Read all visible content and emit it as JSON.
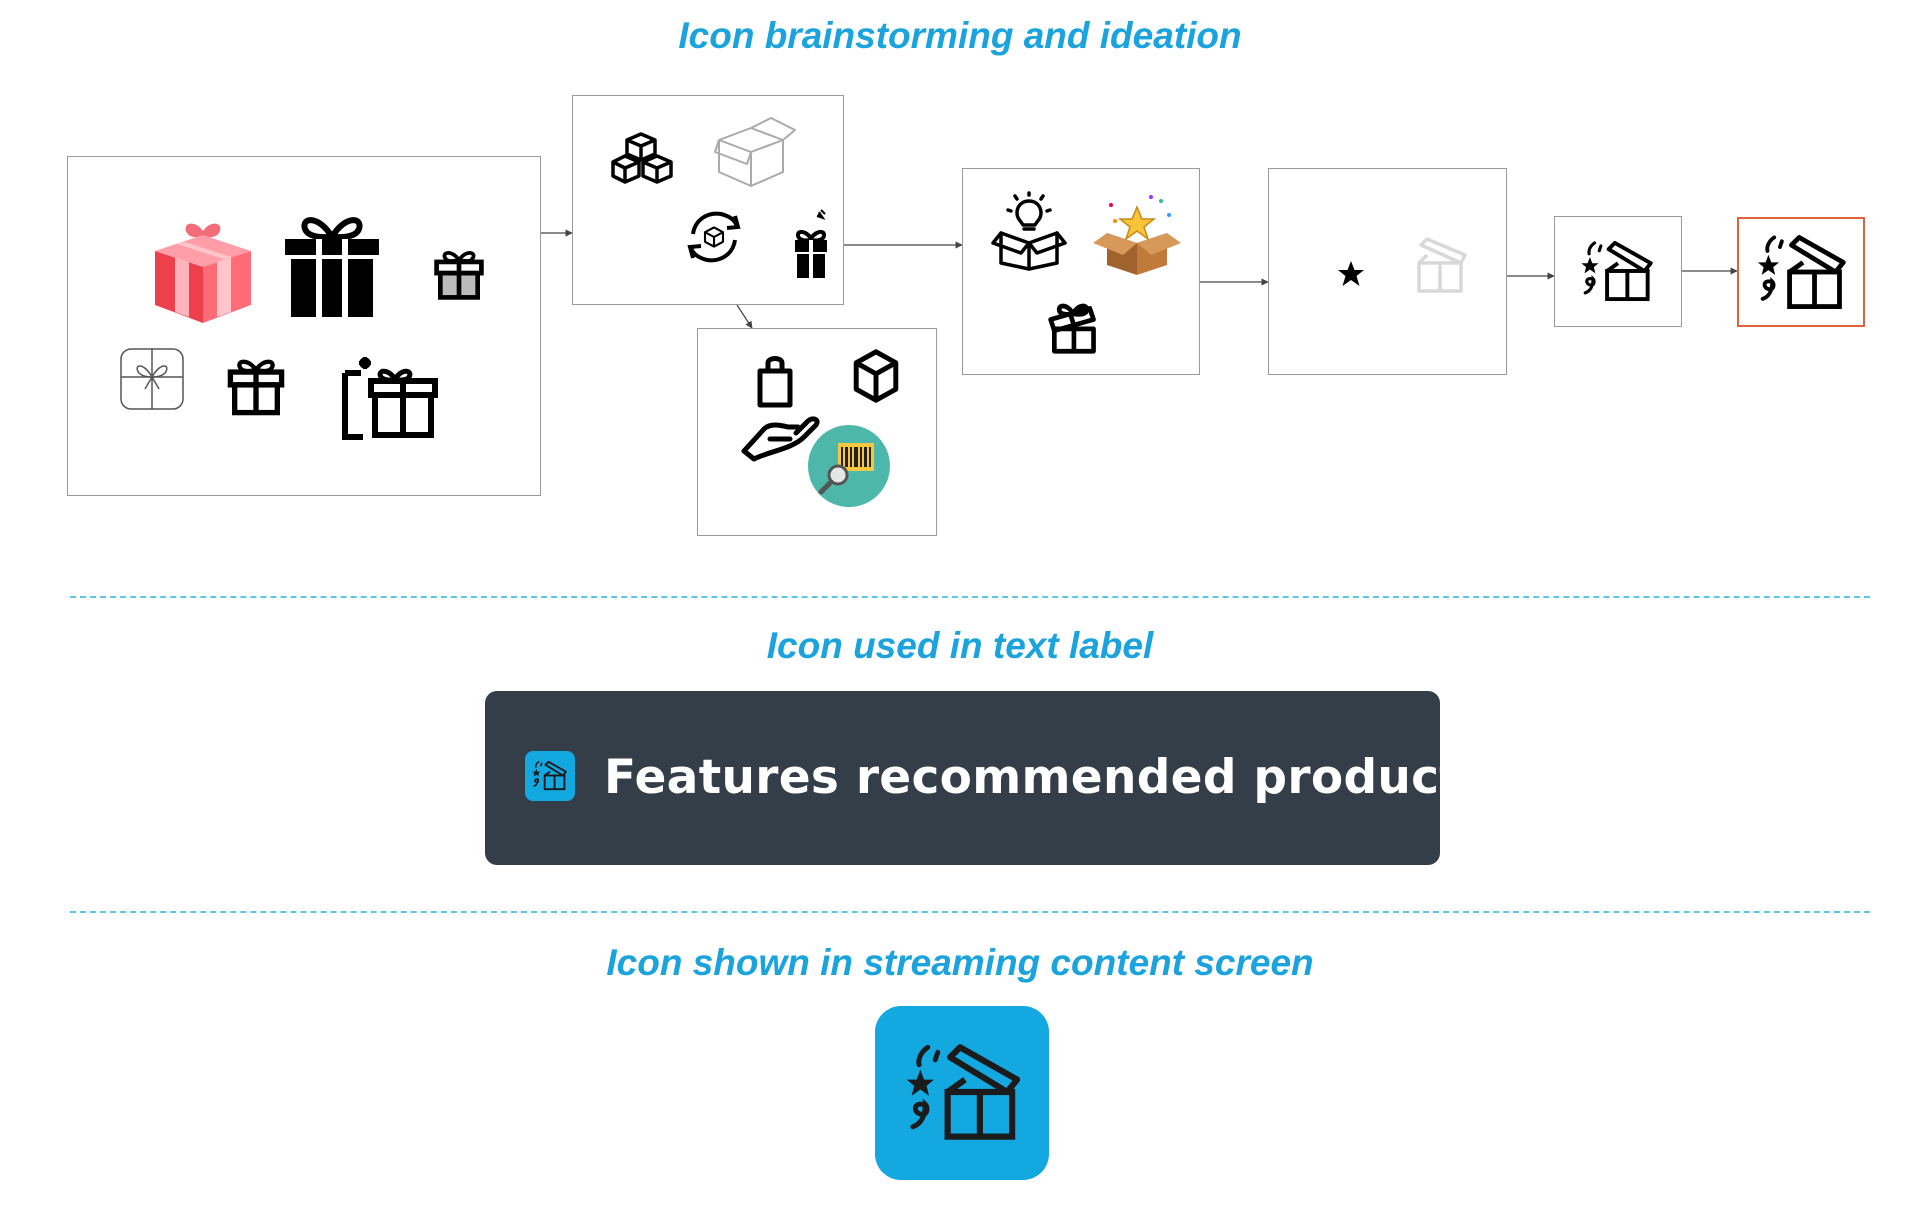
{
  "sections": {
    "brainstorm_title": "Icon brainstorming and ideation",
    "text_label_title": "Icon used in text label",
    "streaming_title": "Icon shown in streaming content screen"
  },
  "text_label": {
    "text": "Features recommended products"
  },
  "colors": {
    "title_blue": "#1aa3dc",
    "divider": "#5cc6e6",
    "label_bg": "#333e48",
    "label_text": "#ffffff",
    "accent_blue": "#14a8e0",
    "final_border": "#e0623a",
    "frame_border": "#9a9a9a"
  },
  "icons": {
    "frame_1": [
      "red-gift-box-icon",
      "black-gift-box-icon",
      "small-gift-icon",
      "outline-gift-card-icon",
      "gift-icon",
      "gift-with-fireworks-icon"
    ],
    "frame_2": [
      "stacked-boxes-icon",
      "open-box-icon",
      "rotating-cube-icon",
      "gift-tag-icon"
    ],
    "frame_3": [
      "hand-holding-bag-icon",
      "cube-icon",
      "barcode-search-icon"
    ],
    "frame_4": [
      "box-with-lightbulb-icon",
      "box-with-star-icon",
      "gift-outline-icon"
    ],
    "frame_5": [
      "star-icon",
      "faded-open-gift-icon"
    ],
    "frame_6": [
      "open-gift-sparkle-icon"
    ],
    "frame_7": [
      "final-open-gift-sparkle-icon"
    ]
  }
}
